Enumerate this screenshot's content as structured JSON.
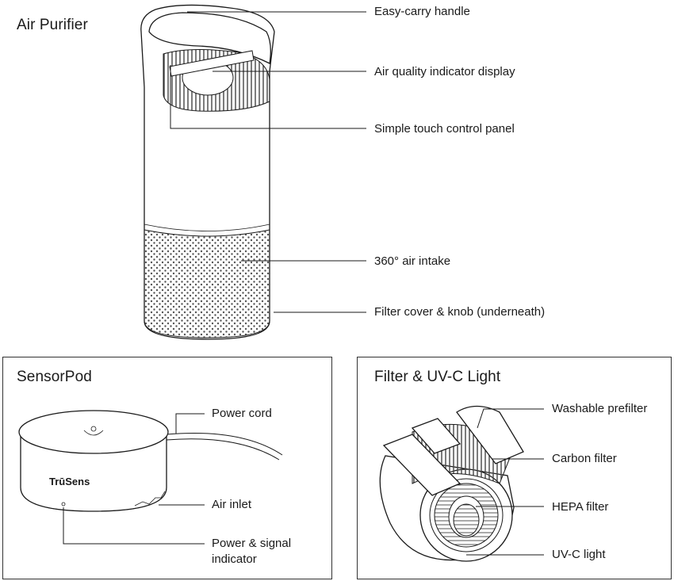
{
  "purifier": {
    "title": "Air Purifier",
    "labels": {
      "handle": "Easy-carry handle",
      "display": "Air quality indicator display",
      "touch": "Simple touch control panel",
      "intake": "360° air intake",
      "filter_cover": "Filter cover & knob (underneath)"
    }
  },
  "sensorpod": {
    "title": "SensorPod",
    "brand": "TrūSens",
    "labels": {
      "power_cord": "Power cord",
      "air_inlet": "Air inlet",
      "indicator_line1": "Power & signal",
      "indicator_line2": "indicator"
    }
  },
  "filter": {
    "title": "Filter & UV-C Light",
    "labels": {
      "prefilter": "Washable prefilter",
      "carbon": "Carbon filter",
      "hepa": "HEPA filter",
      "uvc": "UV-C light"
    }
  }
}
